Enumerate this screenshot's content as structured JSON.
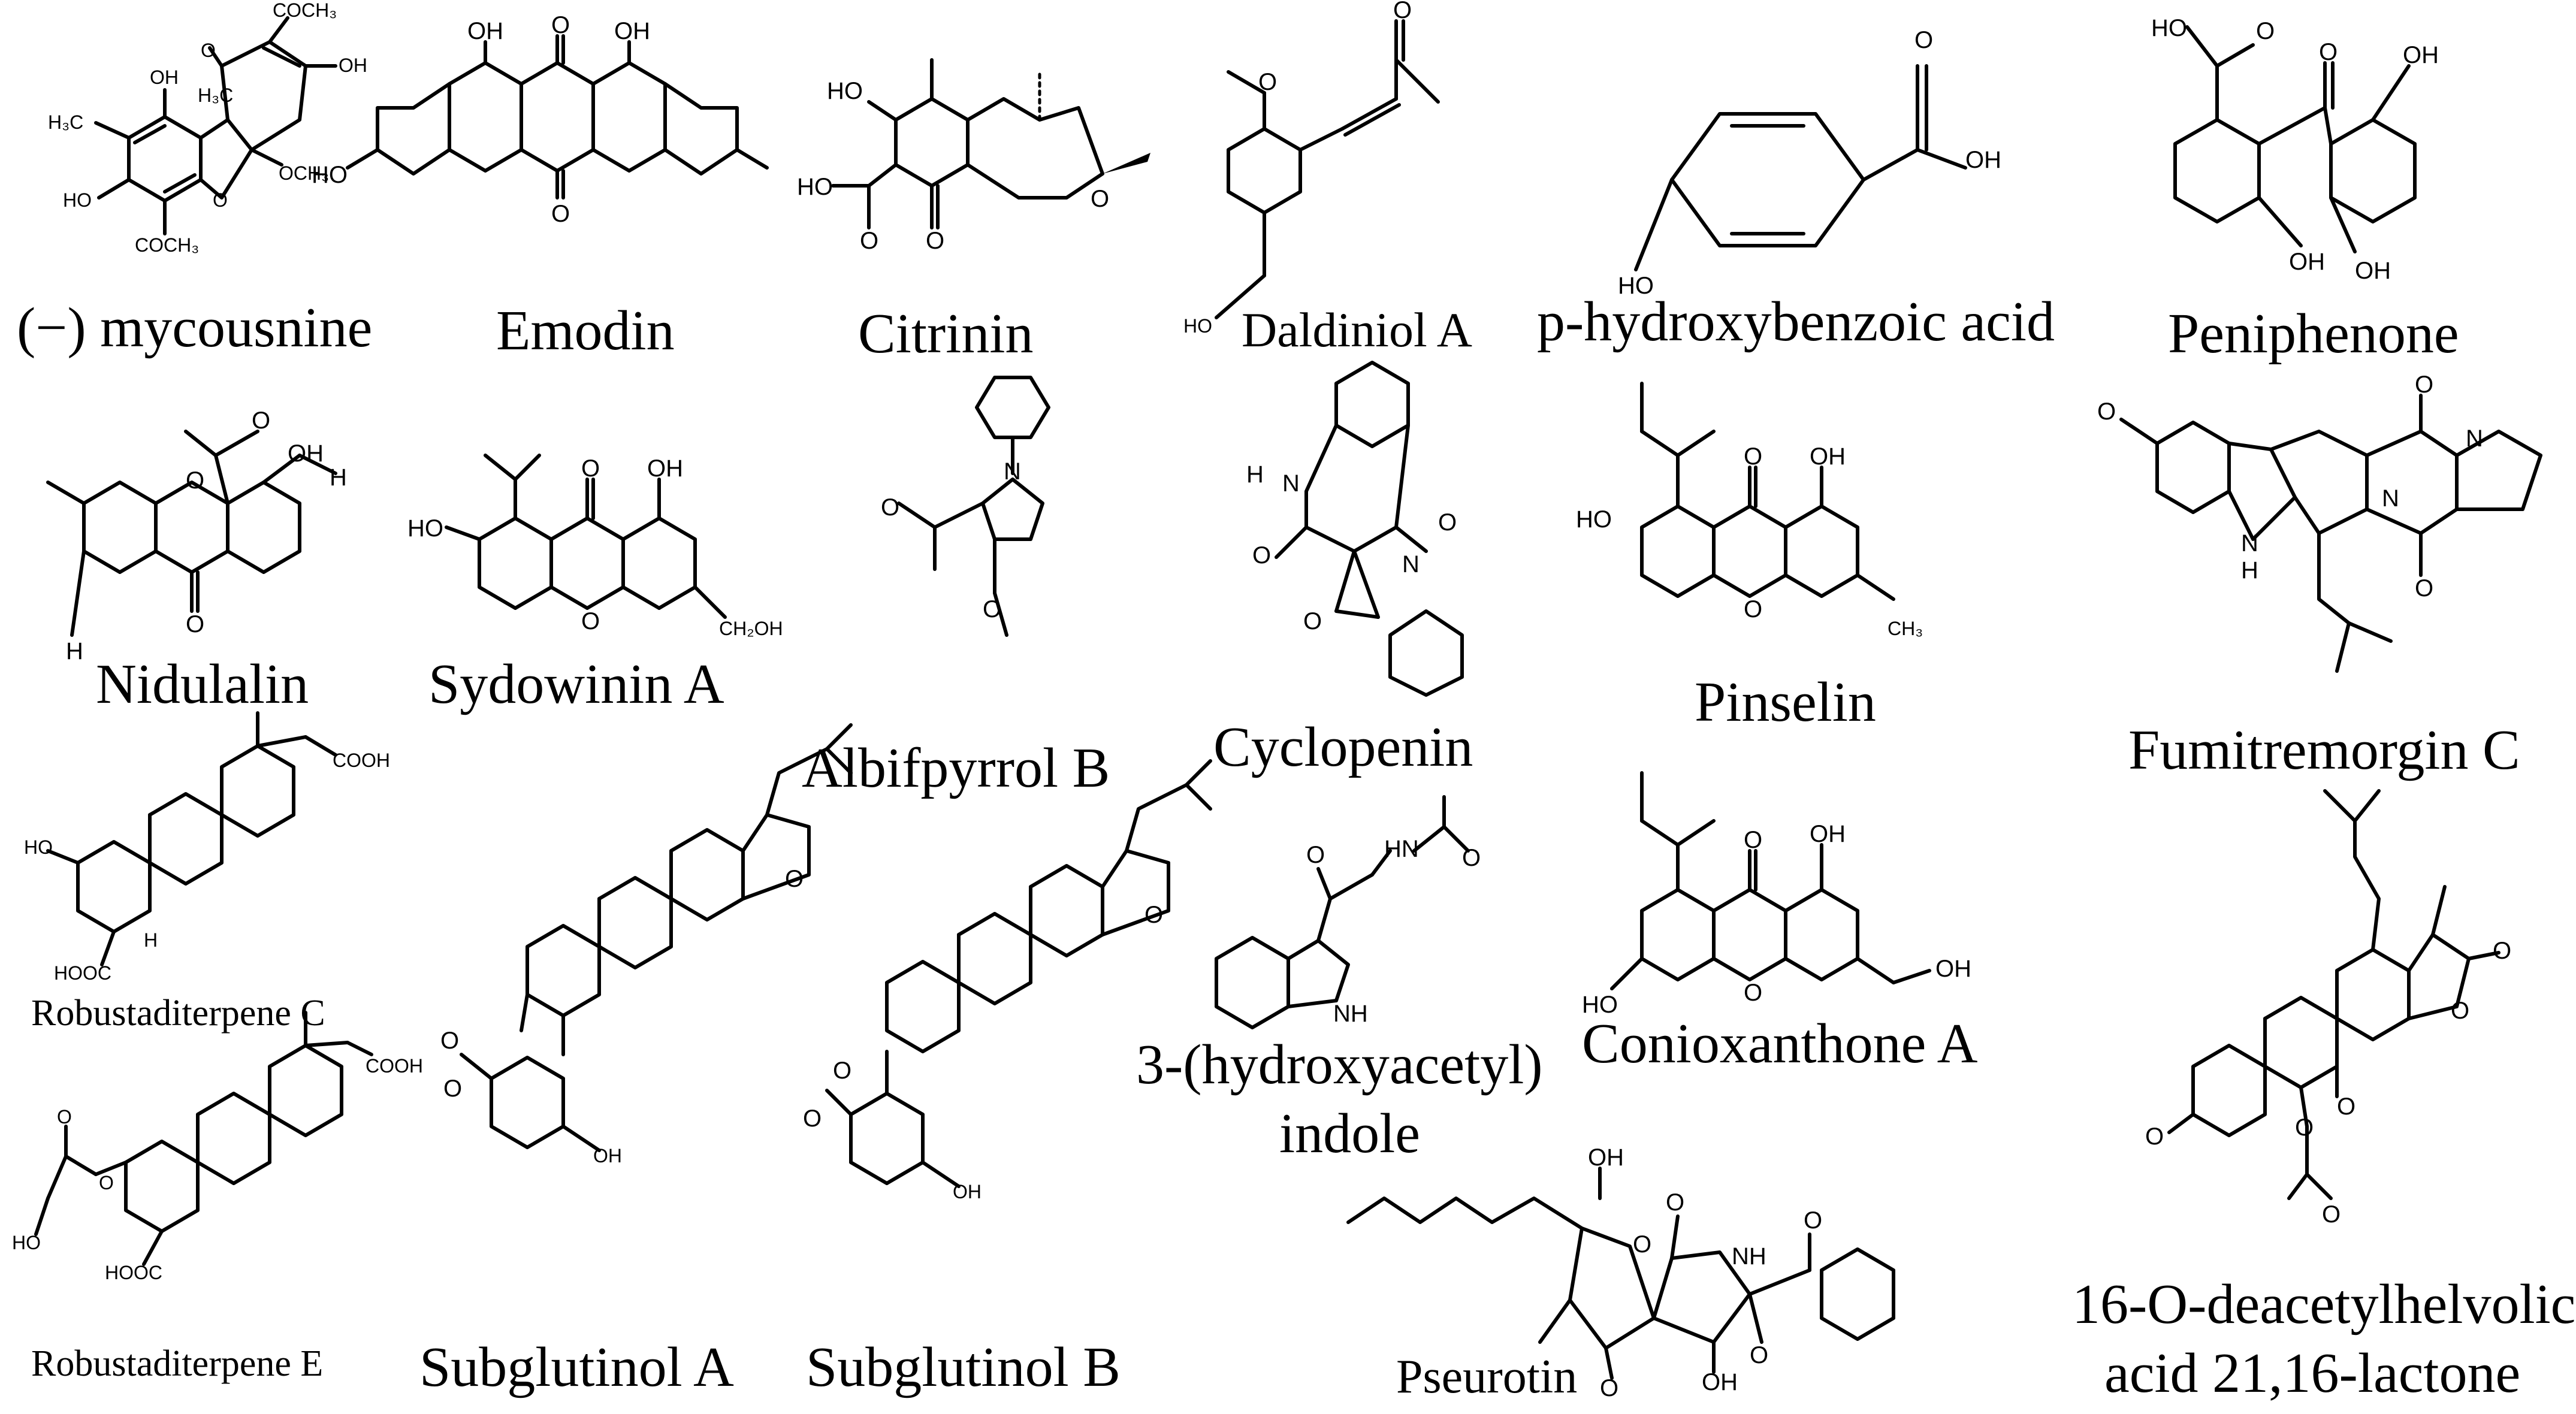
{
  "compounds": [
    {
      "name": "(−) mycousnine"
    },
    {
      "name": "Emodin"
    },
    {
      "name": "Citrinin"
    },
    {
      "name": "Daldiniol A"
    },
    {
      "name": "p-hydroxybenzoic acid"
    },
    {
      "name": "Peniphenone"
    },
    {
      "name": "Nidulalin"
    },
    {
      "name": "Sydowinin A"
    },
    {
      "name": "Albifpyrrol  B"
    },
    {
      "name": "Cyclopenin"
    },
    {
      "name": "Pinselin"
    },
    {
      "name": "Fumitremorgin C"
    },
    {
      "name": "Robustaditerpene C"
    },
    {
      "name": "3-(hydroxyacetyl)",
      "name_line2": "indole"
    },
    {
      "name": "Conioxanthone A"
    },
    {
      "name": "Robustaditerpene E"
    },
    {
      "name": "Subglutinol A"
    },
    {
      "name": "Subglutinol B"
    },
    {
      "name": "Pseurotin"
    },
    {
      "name": "16-O-deacetylhelvolic",
      "name_line2": "acid 21,16-lactone"
    }
  ],
  "atom_labels": {
    "oh": "OH",
    "ho": "HO",
    "o": "O",
    "h": "H",
    "n": "N",
    "nh": "NH",
    "hn": "HN",
    "och3": "OCH₃",
    "coch3": "COCH₃",
    "h3c": "H₃C",
    "ch3": "CH₃",
    "ch2oh": "CH₂OH",
    "cooh": "COOH",
    "hooc": "HOOC"
  }
}
